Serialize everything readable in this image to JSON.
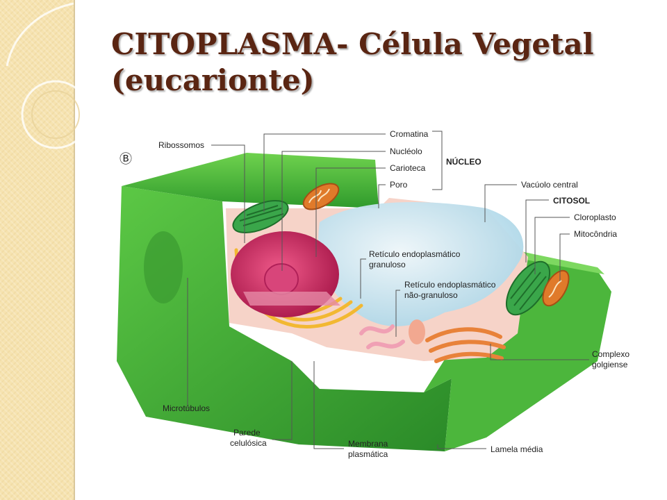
{
  "slide": {
    "title_line1": "CITOPLASMA- Célula Vegetal",
    "title_line2": "(eucarionte)"
  },
  "figure": {
    "panel_marker": "Ⓑ",
    "labels": {
      "ribossomos": "Ribossomos",
      "cromatina": "Cromatina",
      "nucleolo": "Nucléolo",
      "carioteca": "Carioteca",
      "poro": "Poro",
      "nucleo": "NÚCLEO",
      "vacuolo_central": "Vacúolo central",
      "citosol": "CITOSOL",
      "cloroplasto": "Cloroplasto",
      "mitocondria": "Mitocôndria",
      "reticulo_granuloso_1": "Retículo endoplasmático",
      "reticulo_granuloso_2": "granuloso",
      "reticulo_nao_granuloso_1": "Retículo endoplasmático",
      "reticulo_nao_granuloso_2": "não-granuloso",
      "complexo_golgiense_1": "Complexo",
      "complexo_golgiense_2": "golgiense",
      "microtubulos": "Microtúbulos",
      "parede_1": "Parede",
      "parede_2": "celulósica",
      "membrana_1": "Membrana",
      "membrana_2": "plasmática",
      "lamela_media": "Lamela média"
    }
  },
  "colors": {
    "title": "#5a2512",
    "wall_green": "#4fbf3a",
    "wall_dark": "#2e8f2a",
    "cytoplasm": "#f6d3c8",
    "nucleus": "#c8245c",
    "vacuole": "#bfe0ee",
    "golgi": "#e8823a",
    "chloroplast": "#3aa64a",
    "mitochondria": "#e07a2a",
    "sidebar": "#f6e3b0"
  }
}
